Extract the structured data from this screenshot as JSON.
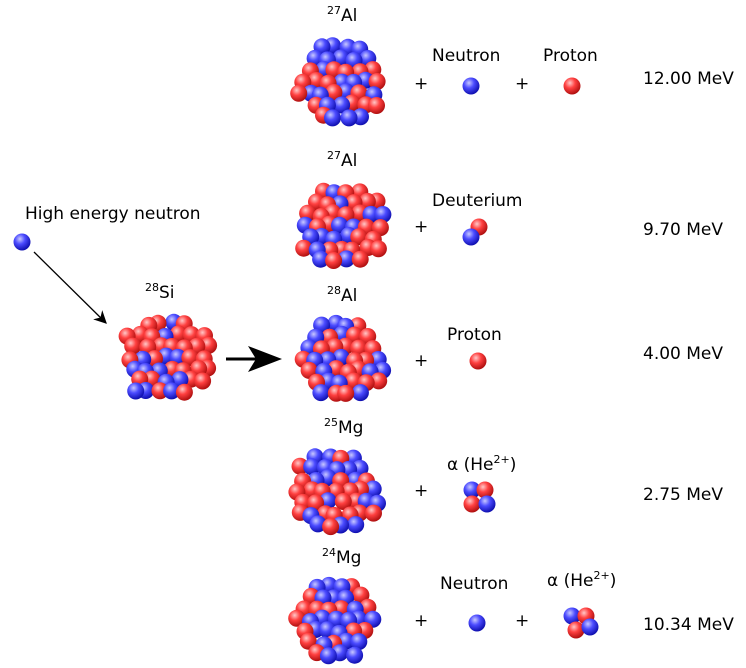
{
  "incoming": {
    "label": "High energy neutron",
    "target_mass": "28",
    "target_symbol": "Si"
  },
  "reactions": [
    {
      "nucleus_mass": "27",
      "nucleus_symbol": "Al",
      "particles": [
        "Neutron",
        "Proton"
      ],
      "energy": "12.00 MeV"
    },
    {
      "nucleus_mass": "27",
      "nucleus_symbol": "Al",
      "particles": [
        "Deuterium"
      ],
      "energy": "9.70 MeV"
    },
    {
      "nucleus_mass": "28",
      "nucleus_symbol": "Al",
      "particles": [
        "Proton"
      ],
      "energy": "4.00 MeV"
    },
    {
      "nucleus_mass": "25",
      "nucleus_symbol": "Mg",
      "particles": [
        "α (He",
        "2+",
        ")"
      ],
      "energy": "2.75 MeV"
    },
    {
      "nucleus_mass": "24",
      "nucleus_symbol": "Mg",
      "particles": [
        "Neutron",
        "α (He",
        "2+",
        ")"
      ],
      "energy": "10.34 MeV"
    }
  ],
  "plus_sign": "+",
  "colors": {
    "neutron": "#3b3bff",
    "proton": "#ff3030"
  }
}
